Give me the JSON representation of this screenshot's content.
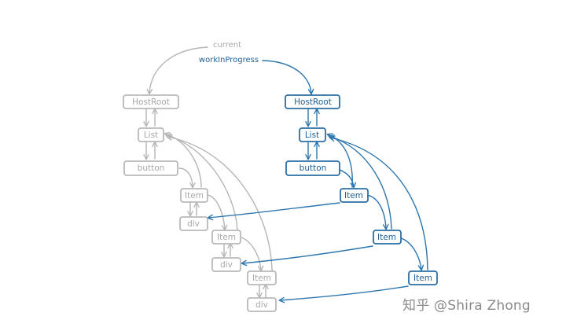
{
  "labels": {
    "current": "current",
    "work_in_progress": "workInProgress"
  },
  "colors": {
    "current_tree": "#b5b5b5",
    "work_in_progress_tree": "#2d76ad"
  },
  "current_tree": {
    "host_root": "HostRoot",
    "list": "List",
    "button": "button",
    "item_1": "Item",
    "div_1": "div",
    "item_2": "Item",
    "div_2": "div",
    "item_3": "Item",
    "div_3": "div"
  },
  "work_in_progress_tree": {
    "host_root": "HostRoot",
    "list": "List",
    "button": "button",
    "item_1": "Item",
    "item_2": "Item",
    "item_3": "Item"
  },
  "watermark": "知乎 @Shira Zhong"
}
